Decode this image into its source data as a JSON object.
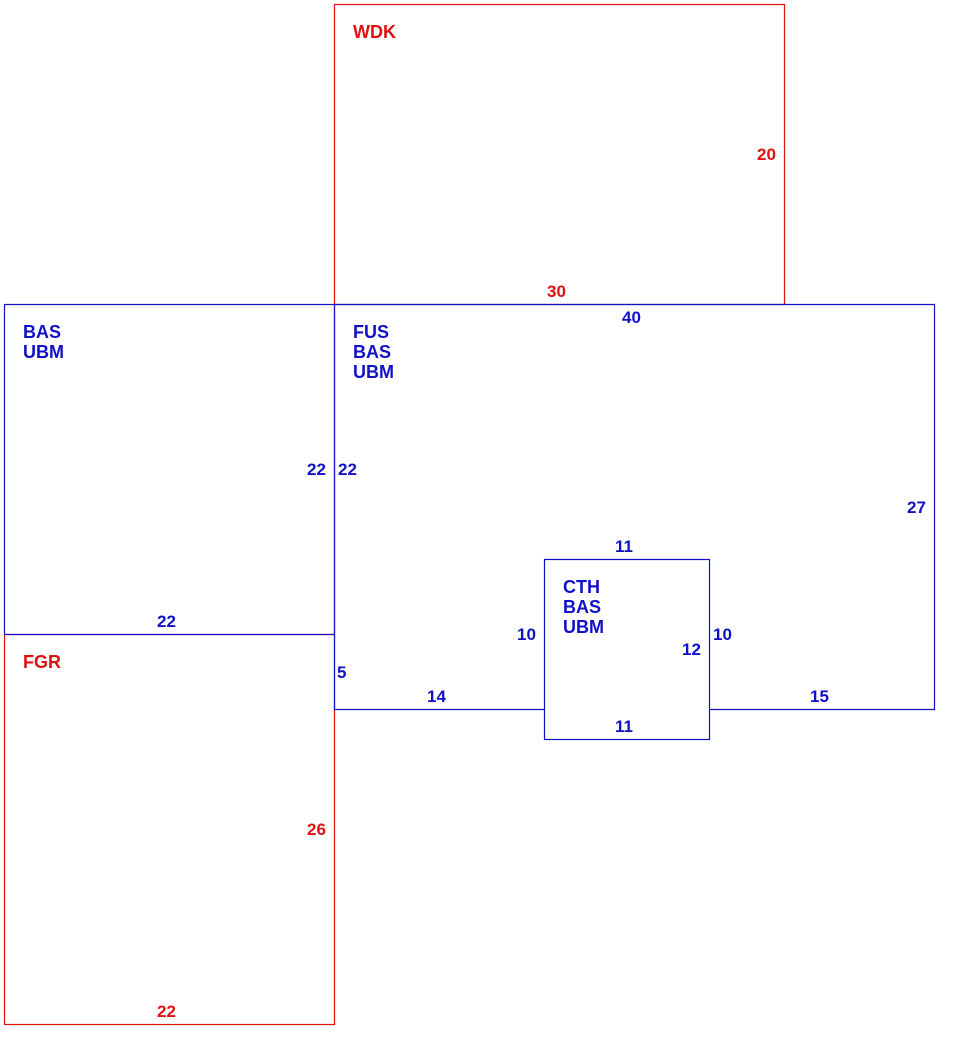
{
  "colors": {
    "wood_deck": "#e01010",
    "garage": "#e01010",
    "living": "#1010c8"
  },
  "areas": {
    "wdk": {
      "label": "WDK",
      "dim_right": "20",
      "dim_bottom": "30"
    },
    "bas_left": {
      "line1": "BAS",
      "line2": "UBM",
      "dim_right": "22",
      "dim_bottom": "22"
    },
    "fus": {
      "line1": "FUS",
      "line2": "BAS",
      "line3": "UBM",
      "dim_top": "40",
      "dim_left": "22",
      "dim_right": "27",
      "dim_left_lower": "5",
      "dim_bottom_left": "14",
      "dim_bottom_right": "15"
    },
    "cth": {
      "line1": "CTH",
      "line2": "BAS",
      "line3": "UBM",
      "dim_top": "11",
      "dim_left": "10",
      "dim_right_outer": "10",
      "dim_right_inner": "12",
      "dim_bottom": "11"
    },
    "fgr": {
      "label": "FGR",
      "dim_right": "26",
      "dim_bottom": "22"
    }
  }
}
